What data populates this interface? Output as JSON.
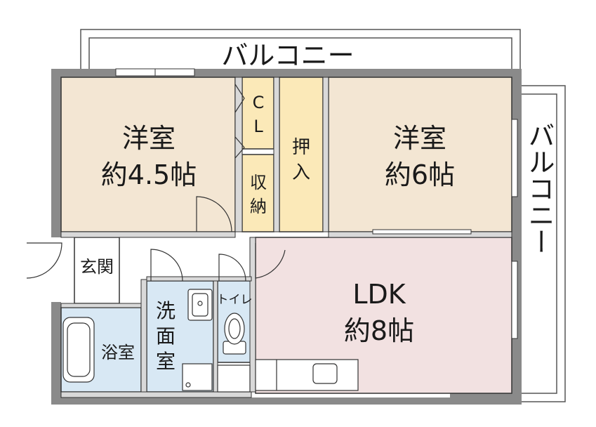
{
  "labels": {
    "balcony_top": "バルコニー",
    "balcony_right": "バルコニー",
    "room_west_name": "洋室",
    "room_west_size": "約4.5帖",
    "room_east_name": "洋室",
    "room_east_size": "約6帖",
    "closet_cl_1": "C",
    "closet_cl_2": "L",
    "storage_1": "収",
    "storage_2": "納",
    "oshiire_1": "押",
    "oshiire_2": "入",
    "entrance": "玄関",
    "bath": "浴室",
    "washroom_1": "洗",
    "washroom_2": "面",
    "washroom_3": "室",
    "toilet": "トイレ",
    "ldk_name": "LDK",
    "ldk_size": "約8帖"
  },
  "colors": {
    "wall": "#8a8a8a",
    "bedroom_floor": "#f3e6d3",
    "closet_floor": "#fbe9b8",
    "ldk_floor": "#f2e1e1",
    "wet_floor": "#d8e8f4",
    "entrance_floor": "#ffffff"
  }
}
